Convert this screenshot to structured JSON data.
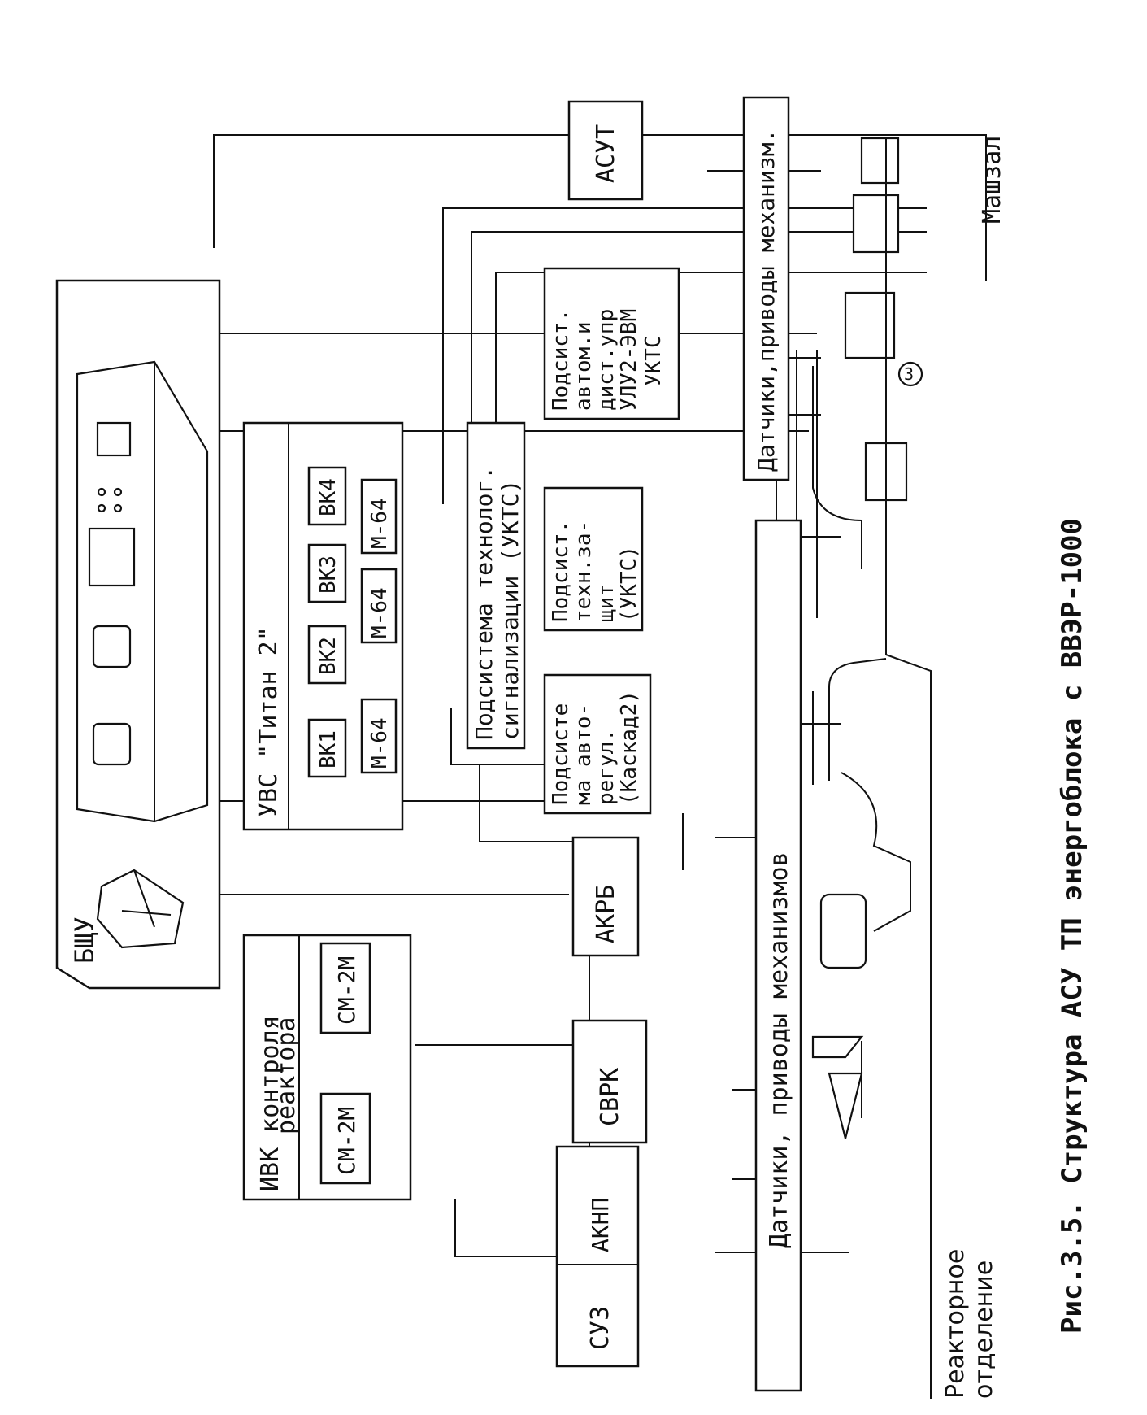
{
  "labels": {
    "bshu": "БЩУ",
    "ivk_l1": "ИВК контроля",
    "ivk_l2": "реактора",
    "sm_left": "СМ-2М",
    "sm_right": "СМ-2М",
    "uvs": "УВС \"Титан 2\"",
    "vk1": "ВК1",
    "vk2": "ВК2",
    "vk3": "ВК3",
    "vk4": "ВК4",
    "m64_a": "М-64",
    "m64_b": "М-64",
    "m64_c": "М-64",
    "sig_l1": "Подсистема технолог.",
    "sig_l2": "сигнализации (УКТС)",
    "avt_l1": "Подсисте",
    "avt_l2": "ма авто-",
    "avt_l3": "регул.",
    "avt_l4": "(Каскад2)",
    "zas_l1": "Подсист.",
    "zas_l2": "техн.за-",
    "zas_l3": "щит",
    "zas_l4": "(УКТС)",
    "du_l1": "Подсист.",
    "du_l2": "автом.и",
    "du_l3": "дист.упр",
    "du_l4": "УЛУ2-ЭВМ",
    "du_l5": "УКТС",
    "asut": "АСУТ",
    "akrb": "АКРБ",
    "svrk": "СВРК",
    "aknp": "АКНП",
    "suz": "СУЗ",
    "sensors_left": "Датчики, приводы механизмов",
    "sensors_mid": "Датчики,приводы механизм.",
    "mashzal": "Машзал",
    "reactor_l1": "Реакторное",
    "reactor_l2": "отделение",
    "turbine_mark": "3",
    "caption": "Рис.3.5. Структура АСУ ТП энергоблока с ВВЭР-1000"
  },
  "colors": {
    "ink": "#111111",
    "paper": "#ffffff"
  }
}
